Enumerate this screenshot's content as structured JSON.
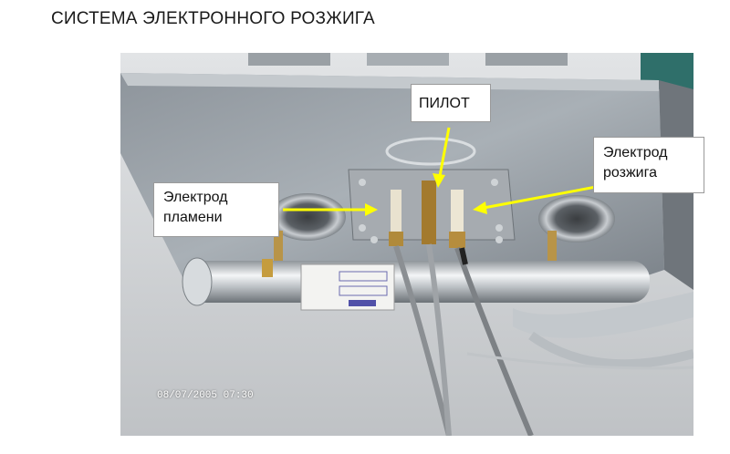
{
  "title": "СИСТЕМА ЭЛЕКТРОННОГО РОЗЖИГА",
  "labels": {
    "flame_electrode": [
      "Электрод",
      "пламени"
    ],
    "pilot": "ПИЛОТ",
    "ignition_electrode": [
      "Электрод",
      "розжига"
    ]
  },
  "timestamp": "08/07/2005 07:30",
  "colors": {
    "arrow": "#ffff00",
    "background": "#ffffff",
    "callout_border": "#9a9a9a"
  }
}
